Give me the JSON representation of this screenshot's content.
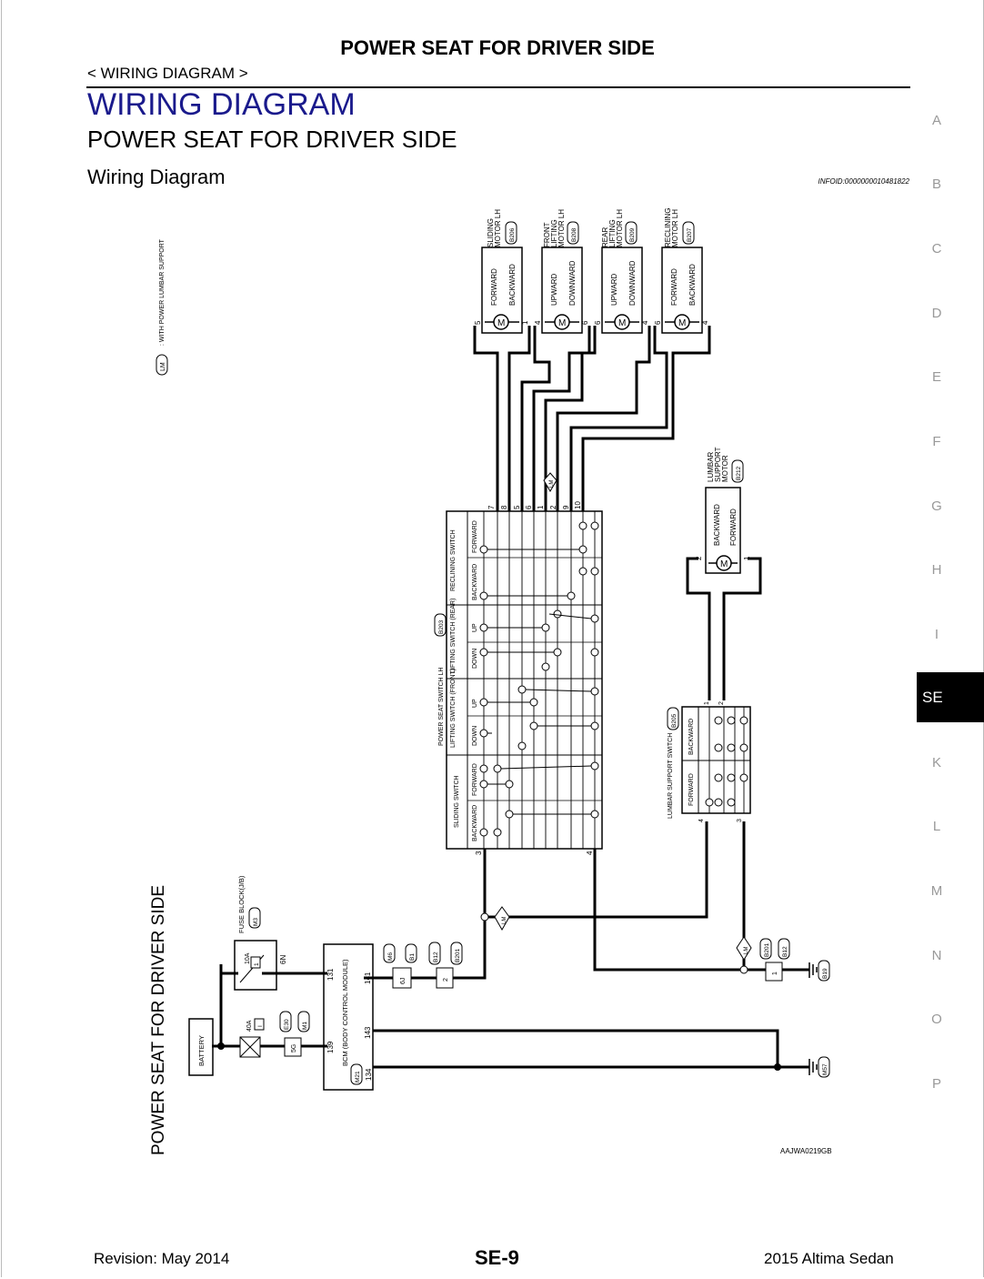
{
  "header": {
    "title": "POWER SEAT FOR DRIVER SIDE",
    "breadcrumb": "< WIRING DIAGRAM >"
  },
  "headings": {
    "main": "WIRING DIAGRAM",
    "section": "POWER SEAT FOR DRIVER SIDE",
    "sub": "Wiring Diagram"
  },
  "info_id": "INFOID:0000000010481822",
  "side_index": [
    "A",
    "B",
    "C",
    "D",
    "E",
    "F",
    "G",
    "H",
    "I",
    "SE",
    "K",
    "L",
    "M",
    "N",
    "O",
    "P"
  ],
  "side_index_active": "SE",
  "diagram": {
    "side_title": "POWER SEAT FOR DRIVER SIDE",
    "legend": {
      "code": "LM",
      "text": ": WITH POWER LUMBAR SUPPORT"
    },
    "figure_code": "AAJWA0219GB",
    "motors": [
      {
        "name1": "SLIDING",
        "name2": "MOTOR LH",
        "name3": "",
        "connector": "B206",
        "dir1": "FORWARD",
        "dir2": "BACKWARD",
        "pin_left": "5",
        "pin_right": "1"
      },
      {
        "name1": "FRONT",
        "name2": "LIFTING",
        "name3": "MOTOR LH",
        "connector": "B208",
        "dir1": "UPWARD",
        "dir2": "DOWNWARD",
        "pin_left": "4",
        "pin_right": "6"
      },
      {
        "name1": "REAR",
        "name2": "LIFTING",
        "name3": "MOTOR LH",
        "connector": "B209",
        "dir1": "UPWARD",
        "dir2": "DOWNWARD",
        "pin_left": "6",
        "pin_right": "4"
      },
      {
        "name1": "RECLINING",
        "name2": "MOTOR LH",
        "name3": "",
        "connector": "B207",
        "dir1": "FORWARD",
        "dir2": "BACKWARD",
        "pin_left": "6",
        "pin_right": "4"
      }
    ],
    "lumbar_motor": {
      "name1": "LUMBAR",
      "name2": "SUPPORT",
      "name3": "MOTOR",
      "connector": "B212",
      "dir1": "BACKWARD",
      "dir2": "FORWARD",
      "pin_left": "2",
      "pin_right": "1"
    },
    "seat_switch": {
      "name": "POWER SEAT SWITCH LH",
      "connector": "B203",
      "top_pins": [
        "7",
        "8",
        "5",
        "6",
        "1",
        "2",
        "9",
        "10"
      ],
      "bottom_pins": [
        "3",
        "4"
      ],
      "groups": [
        {
          "name": "RECLINING SWITCH",
          "pos": [
            "BACKWARD",
            "FORWARD"
          ]
        },
        {
          "name": "LIFTING SWITCH (REAR)",
          "pos": [
            "DOWN",
            "UP"
          ]
        },
        {
          "name": "LIFTING SWITCH (FRONT)",
          "pos": [
            "DOWN",
            "UP"
          ]
        },
        {
          "name": "SLIDING SWITCH",
          "pos": [
            "BACKWARD",
            "FORWARD"
          ]
        }
      ]
    },
    "lumbar_switch": {
      "name": "LUMBAR SUPPORT SWITCH",
      "connector": "B205",
      "top_pins": [
        "1",
        "2"
      ],
      "bottom_pins": [
        "4",
        "3"
      ],
      "pos": [
        "BACKWARD",
        "FORWARD"
      ]
    },
    "fuse_block": {
      "name": "FUSE BLOCK(J/B)",
      "connector": "M3",
      "fuse": "10A",
      "fuse_no": "1",
      "pin": "6N"
    },
    "fusible_link": {
      "amp": "40A",
      "no": "I",
      "pin": "5G",
      "conn1": "E30",
      "conn2": "M1"
    },
    "battery": "BATTERY",
    "bcm": {
      "name": "BCM (BODY CONTROL MODULE)",
      "connector": "M21",
      "pins": [
        "131",
        "139",
        "134",
        "141",
        "143"
      ]
    },
    "connectors_mid": [
      "M6",
      "B1",
      "B12",
      "B201"
    ],
    "connector_pins": [
      "6J",
      "2"
    ],
    "ground1": {
      "conns": [
        "B201",
        "B12"
      ],
      "pin": "1",
      "ground": "B19"
    },
    "ground2": {
      "ground": "M57"
    },
    "lm_tag": "LM"
  },
  "footer": {
    "revision": "Revision: May 2014",
    "page": "SE-9",
    "model": "2015 Altima Sedan"
  }
}
